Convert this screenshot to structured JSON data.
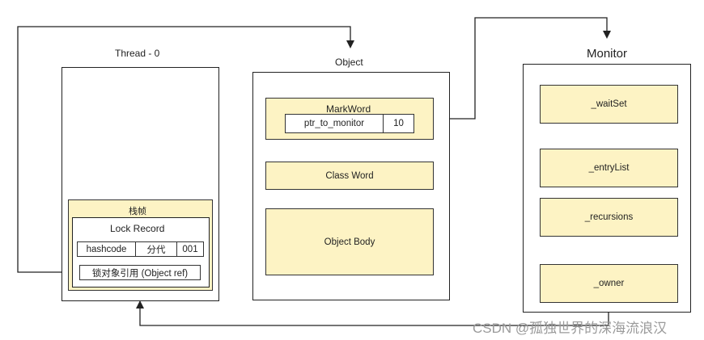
{
  "thread": {
    "title": "Thread - 0",
    "stack_frame": "栈帧",
    "lock_record": {
      "title": "Lock Record",
      "fields": [
        "hashcode",
        "分代",
        "001"
      ],
      "object_ref": "锁对象引用 (Object ref)"
    }
  },
  "object": {
    "title": "Object",
    "mark_word": {
      "title": "MarkWord",
      "ptr_label": "ptr_to_monitor",
      "bits": "10"
    },
    "class_word": "Class Word",
    "body": "Object Body"
  },
  "monitor": {
    "title": "Monitor",
    "fields": [
      "_waitSet",
      "_entryList",
      "_recursions",
      "_owner"
    ]
  },
  "watermark": "CSDN @孤独世界的深海流浪汉",
  "colors": {
    "fill": "#fdf3c4",
    "line": "#222222",
    "watermark": "#9a9a9a"
  }
}
